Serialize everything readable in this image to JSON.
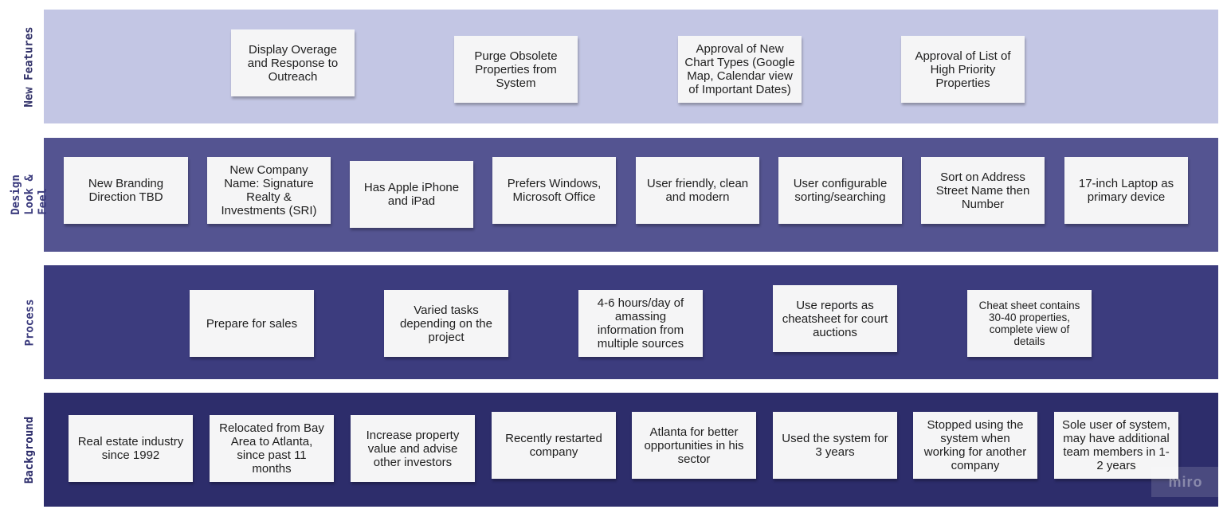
{
  "colors": {
    "new_features_lane": "#c3c6e4",
    "design_lane": "#545491",
    "process_lane": "#3c3c7e",
    "background_lane": "#2d2d6b",
    "note_bg": "#f5f5f6"
  },
  "lanes": {
    "new_features": {
      "label": "New Features",
      "notes": [
        "Display Overage and Response to Outreach",
        "Purge Obsolete Properties from System",
        "Approval of New Chart Types (Google Map, Calendar view of Important Dates)",
        "Approval of List of High Priority Properties"
      ]
    },
    "design": {
      "label": "Design Look & Feel",
      "notes": [
        "New Branding Direction TBD",
        "New Company Name: Signature Realty & Investments (SRI)",
        "Has Apple iPhone and iPad",
        "Prefers Windows, Microsoft Office",
        "User friendly, clean and modern",
        "User configurable sorting/searching",
        "Sort on Address Street Name then Number",
        "17-inch Laptop as primary device"
      ]
    },
    "process": {
      "label": "Process",
      "notes": [
        "Prepare for sales",
        "Varied tasks depending on the project",
        "4-6 hours/day of amassing information from multiple sources",
        "Use reports as cheatsheet for court auctions",
        "Cheat sheet contains 30-40 properties, complete view of details"
      ]
    },
    "background": {
      "label": "Background",
      "notes": [
        "Real estate industry since 1992",
        "Relocated from Bay Area to Atlanta, since past 11 months",
        "Increase property value and advise other investors",
        "Recently restarted company",
        "Atlanta for better opportunities in his sector",
        "Used the system for 3 years",
        "Stopped using the system when working for another company",
        "Sole user of system, may have additional team members in 1-2 years"
      ]
    }
  },
  "watermark": "miro"
}
